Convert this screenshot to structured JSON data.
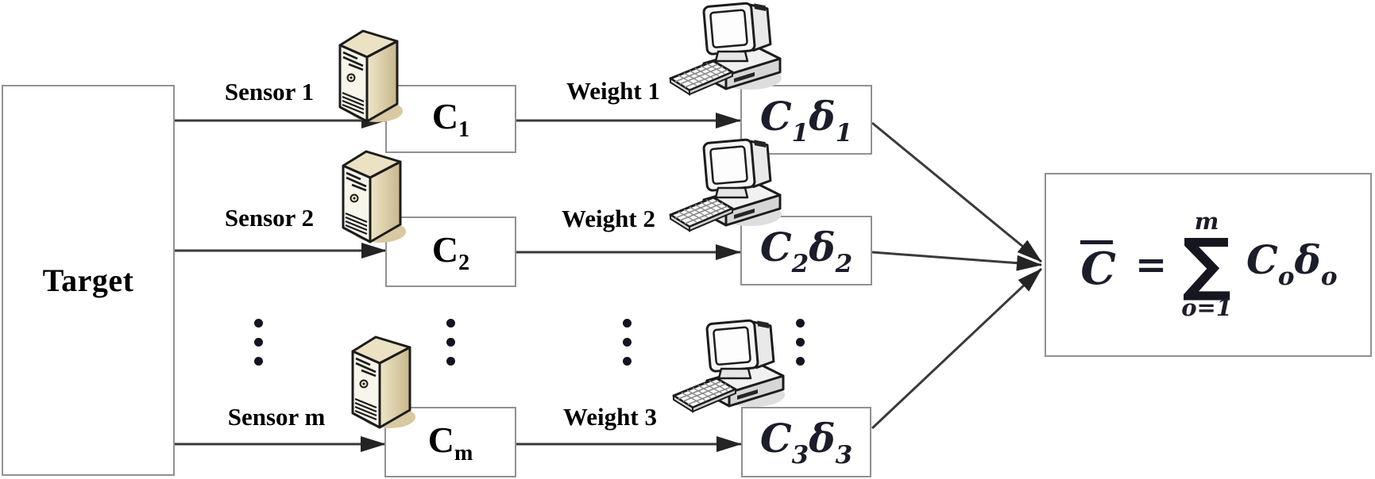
{
  "figure": {
    "target_label": "Target",
    "rows": [
      {
        "sensor_label": "Sensor 1",
        "coeff_base": "C",
        "coeff_sub": "1",
        "weight_label": "Weight 1",
        "w_c": "C",
        "w_c_sub": "1",
        "w_d": "δ",
        "w_d_sub": "1"
      },
      {
        "sensor_label": "Sensor 2",
        "coeff_base": "C",
        "coeff_sub": "2",
        "weight_label": "Weight 2",
        "w_c": "C",
        "w_c_sub": "2",
        "w_d": "δ",
        "w_d_sub": "2"
      },
      {
        "sensor_label": "Sensor m",
        "coeff_base": "C",
        "coeff_sub": "m",
        "weight_label": "Weight 3",
        "w_c": "C",
        "w_c_sub": "3",
        "w_d": "δ",
        "w_d_sub": "3"
      }
    ],
    "formula": {
      "lhs_base": "C",
      "equals": "=",
      "sum_symbol": "∑",
      "sum_upper": "m",
      "sum_lower": "o=1",
      "term1_base": "C",
      "term1_sub": "o",
      "term2_base": "δ",
      "term2_sub": "o"
    },
    "icons": {
      "sensor_icon": "server-tower-icon",
      "weight_icon": "desktop-computer-icon"
    },
    "colors": {
      "arrow": "#3a3a3a",
      "box_border": "#919191",
      "server_tan": "#d8c9a2",
      "math_text": "#1c1d2b",
      "ellipsis_dot": "#141420",
      "label_text": "#000000"
    }
  }
}
